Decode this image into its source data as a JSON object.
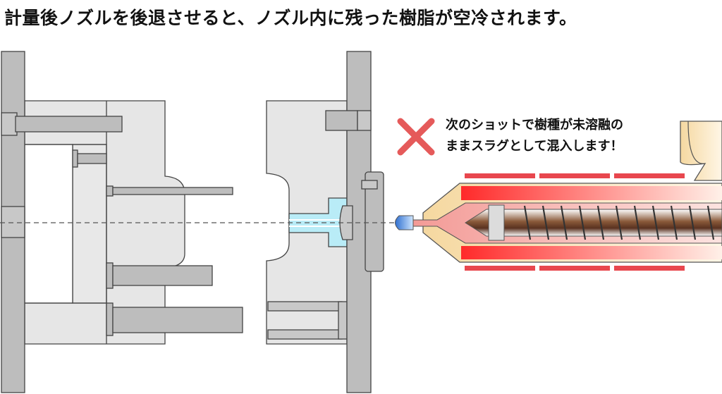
{
  "title": "計量後ノズルを後退させると、ノズル内に残った樹脂が空冷されます。",
  "warning": {
    "icon": "cross-mark-icon",
    "line1": "次のショットで樹種が未溶融の",
    "line2": "ままスラグとして混入します！"
  },
  "colors": {
    "mold_gray": "#bdbdbd",
    "mold_light": "#e6e6e6",
    "sprue_cyan": "#b9ecf7",
    "heater_red": "#e8474e",
    "barrel_cream": "#fbe7bf",
    "melt_pink": "#f7b7b2",
    "screw_brown": "#6b4028",
    "cross_red": "#e55a5a",
    "nozzle_tip_blue": "#3f86d6"
  }
}
